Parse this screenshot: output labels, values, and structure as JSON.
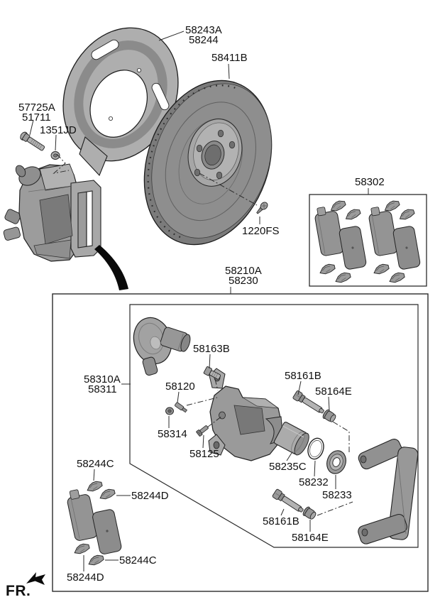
{
  "colors": {
    "ink": "#1a1a1a",
    "paper": "#ffffff"
  },
  "labels": {
    "n58243A": "58243A",
    "n58244": "58244",
    "n58411B": "58411B",
    "n57725A": "57725A",
    "n51711": "51711",
    "n1351JD": "1351JD",
    "n58302": "58302",
    "n1220FS": "1220FS",
    "n58210A": "58210A",
    "n58230": "58230",
    "n58310A": "58310A",
    "n58311": "58311",
    "n58163B": "58163B",
    "n58120": "58120",
    "n58161B_upper": "58161B",
    "n58164E_upper": "58164E",
    "n58314": "58314",
    "n58125": "58125",
    "n58235C": "58235C",
    "n58232": "58232",
    "n58233": "58233",
    "n58161B_lower": "58161B",
    "n58164E_lower": "58164E",
    "n58244C_top": "58244C",
    "n58244D_top": "58244D",
    "n58244C_bottom": "58244C",
    "n58244D_bottom": "58244D",
    "fr": "FR."
  }
}
